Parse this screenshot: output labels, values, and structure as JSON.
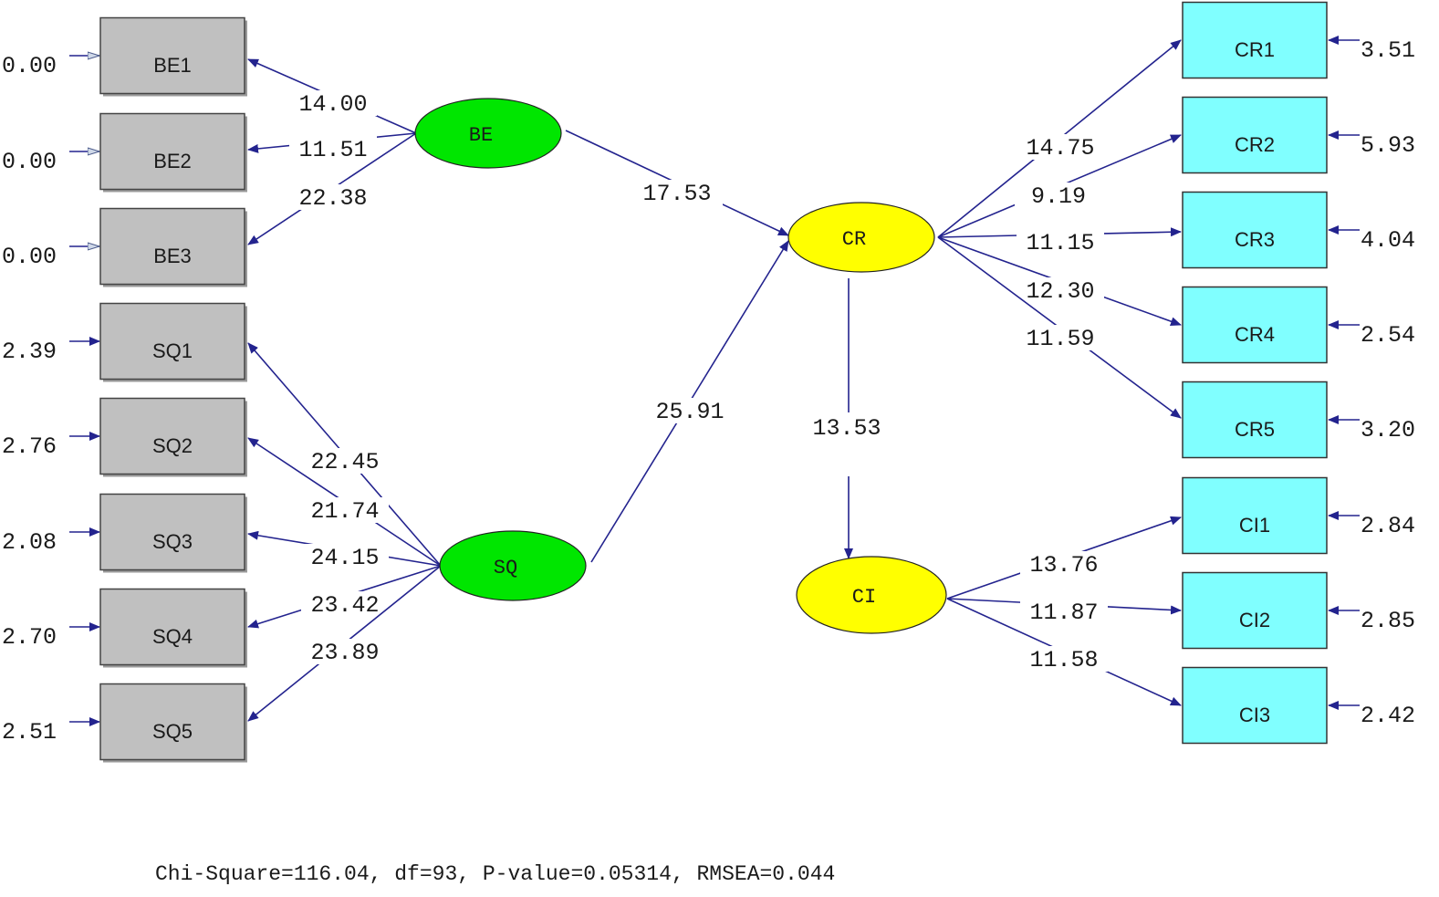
{
  "observed_left": [
    {
      "id": "BE1",
      "label": "BE1",
      "error": "0.00",
      "loading": "14.00"
    },
    {
      "id": "BE2",
      "label": "BE2",
      "error": "0.00",
      "loading": "11.51"
    },
    {
      "id": "BE3",
      "label": "BE3",
      "error": "0.00",
      "loading": "22.38"
    },
    {
      "id": "SQ1",
      "label": "SQ1",
      "error": "2.39",
      "loading": "22.45"
    },
    {
      "id": "SQ2",
      "label": "SQ2",
      "error": "2.76",
      "loading": "21.74"
    },
    {
      "id": "SQ3",
      "label": "SQ3",
      "error": "2.08",
      "loading": "24.15"
    },
    {
      "id": "SQ4",
      "label": "SQ4",
      "error": "2.70",
      "loading": "23.42"
    },
    {
      "id": "SQ5",
      "label": "SQ5",
      "error": "2.51",
      "loading": "23.89"
    }
  ],
  "observed_right": [
    {
      "id": "CR1",
      "label": "CR1",
      "error": "3.51",
      "loading": "14.75"
    },
    {
      "id": "CR2",
      "label": "CR2",
      "error": "5.93",
      "loading": "9.19"
    },
    {
      "id": "CR3",
      "label": "CR3",
      "error": "4.04",
      "loading": "11.15"
    },
    {
      "id": "CR4",
      "label": "CR4",
      "error": "2.54",
      "loading": "12.30"
    },
    {
      "id": "CR5",
      "label": "CR5",
      "error": "3.20",
      "loading": "11.59"
    },
    {
      "id": "CI1",
      "label": "CI1",
      "error": "2.84",
      "loading": "13.76"
    },
    {
      "id": "CI2",
      "label": "CI2",
      "error": "2.85",
      "loading": "11.87"
    },
    {
      "id": "CI3",
      "label": "CI3",
      "error": "2.42",
      "loading": "11.58"
    }
  ],
  "latents": {
    "BE": {
      "label": "BE",
      "color": "#00e600"
    },
    "SQ": {
      "label": "SQ",
      "color": "#00e600"
    },
    "CR": {
      "label": "CR",
      "color": "#ffff00"
    },
    "CI": {
      "label": "CI",
      "color": "#ffff00"
    }
  },
  "structural": {
    "BE_CR": "17.53",
    "SQ_CR": "25.91",
    "CR_CI": "13.53"
  },
  "colors": {
    "left_box": "#c0c0c0",
    "right_box": "#80ffff",
    "arrow": "#23238e"
  },
  "fit_statistics": "Chi-Square=116.04, df=93, P-value=0.05314, RMSEA=0.044"
}
